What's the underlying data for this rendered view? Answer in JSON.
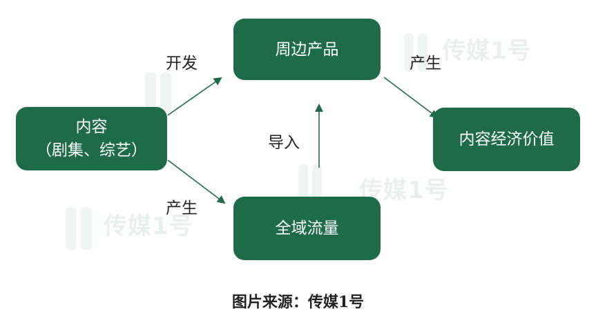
{
  "colors": {
    "node_fill": "#1e6b47",
    "node_text": "#ffffff",
    "arrow": "#1e6b47",
    "label_text": "#222222",
    "watermark": "#e7efea"
  },
  "nodes": {
    "content": {
      "line1": "内容",
      "line2": "（剧集、综艺）"
    },
    "merch": {
      "label": "周边产品"
    },
    "economy": {
      "label": "内容经济价值"
    },
    "traffic": {
      "label": "全域流量"
    }
  },
  "edges": {
    "develop": "开发",
    "produce_top": "产生",
    "produce_bottom": "产生",
    "import": "导入"
  },
  "watermark": "传媒1号",
  "caption": "图片来源：传媒1号"
}
